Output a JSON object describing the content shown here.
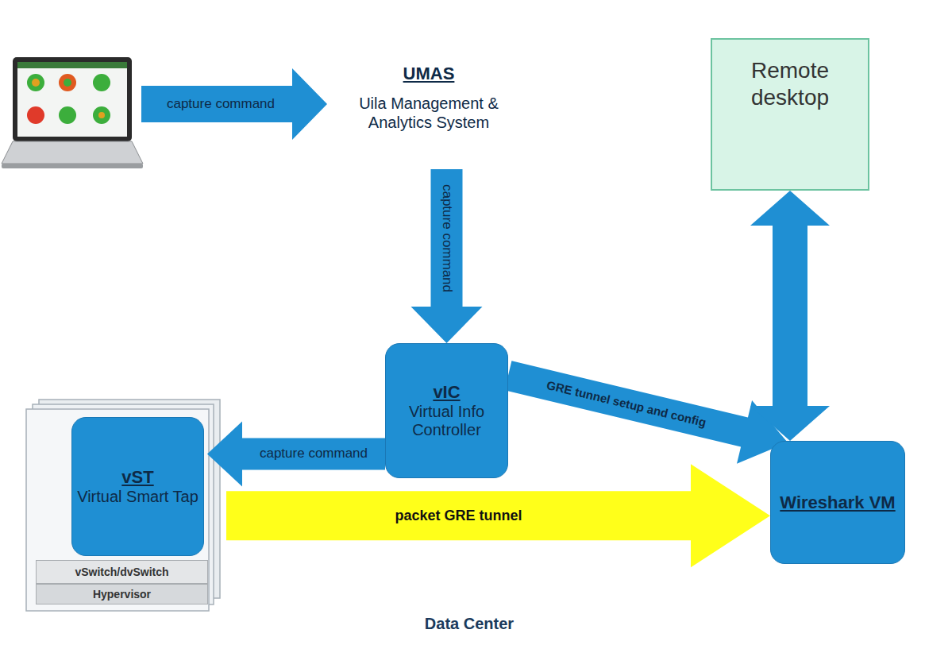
{
  "diagram": {
    "nodes": [
      {
        "text": [
          "UMAS",
          "Uila Management & Analytics System"
        ]
      },
      {
        "text": [
          "Remote desktop"
        ]
      },
      {
        "text": [
          "Data Center"
        ]
      },
      {
        "text": [
          "vIC",
          "Virtual Info Controller"
        ],
        "in": 2
      },
      {
        "text": [
          "vST",
          "Virtual Smart Tap"
        ],
        "in": 2
      },
      {
        "text": [
          "vSwitch/dvSwitch"
        ],
        "in": 2
      },
      {
        "text": [
          "Hypervisor"
        ],
        "in": 2
      },
      {
        "text": [
          "Wireshark VM"
        ],
        "in": 2
      }
    ],
    "edges": [
      {
        "from": 0,
        "to": 3,
        "label": "capture command",
        "arrow": "to"
      },
      {
        "from": 3,
        "to": 4,
        "label": "capture command",
        "arrow": "to"
      },
      {
        "from": 3,
        "to": 7,
        "label": "GRE tunnel setup and config",
        "arrow": "to"
      },
      {
        "from": 4,
        "to": 7,
        "label": "packet GRE tunnel",
        "arrow": "to"
      },
      {
        "from": 7,
        "to": 1,
        "arrow": "both"
      }
    ],
    "labels": [
      "capture command"
    ]
  }
}
